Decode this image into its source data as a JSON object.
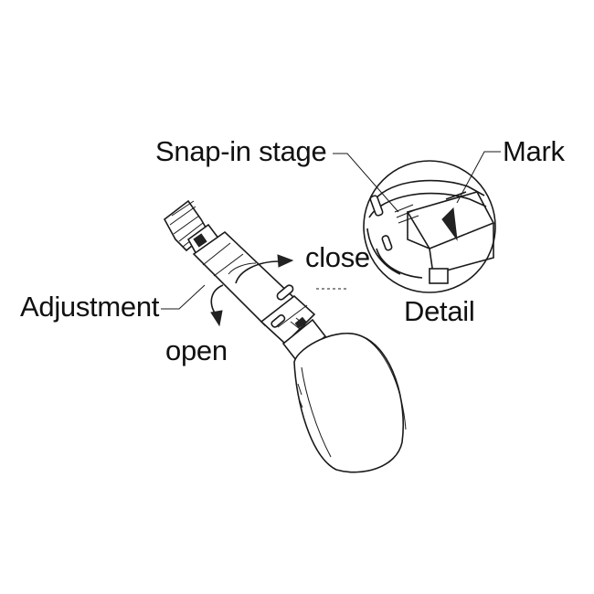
{
  "labels": {
    "snap_in_stage": "Snap-in stage",
    "mark": "Mark",
    "close": "close",
    "detail": "Detail",
    "adjustment": "Adjustment",
    "open": "open"
  },
  "colors": {
    "line": "#1a1a1a",
    "background": "#ffffff"
  }
}
